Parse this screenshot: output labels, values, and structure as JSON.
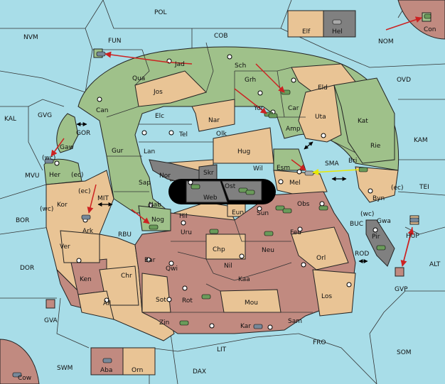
{
  "map": {
    "colors": {
      "sea": "#a8dde8",
      "green": "#9fc18a",
      "tan": "#e9c495",
      "red": "#c18a80",
      "gray": "#808080",
      "black": "#000000",
      "order_arrow": "#cc2222",
      "support_arrow": "#e8e800"
    },
    "sea_labels": {
      "pol": "POL",
      "nvm": "NVM",
      "fun": "FUN",
      "cob": "COB",
      "nom": "NOM",
      "ovd": "OVD",
      "kal": "KAL",
      "gvg": "GVG",
      "kam": "KAM",
      "gor": "GOR",
      "mvu": "MVU",
      "tei": "TEI",
      "sma": "SMA",
      "mit": "MIT",
      "bor": "BOR",
      "rbu": "RBU",
      "buc": "BUC",
      "alt": "ALT",
      "dor": "DOR",
      "rod": "ROD",
      "gvp": "GVP",
      "gva": "GVA",
      "fro": "FRO",
      "lit": "LIT",
      "som": "SOM",
      "swm": "SWM",
      "dax": "DAX"
    },
    "land_labels": {
      "elf": "Elf",
      "hel": "Hel",
      "con": "Con",
      "jad": "Jad",
      "sch": "Sch",
      "qua": "Qua",
      "grh": "Grh",
      "eld": "Eld",
      "jos": "Jos",
      "can": "Can",
      "car": "Car",
      "yor": "Yor",
      "uta": "Uta",
      "kat": "Kat",
      "elc": "Elc",
      "nar": "Nar",
      "amp": "Amp",
      "tel": "Tel",
      "olk": "Olk",
      "gaw": "Gaw",
      "gur": "Gur",
      "lan": "Lan",
      "hug": "Hug",
      "rie": "Rie",
      "bri": "Bri",
      "esm": "Esm",
      "wil": "Wil",
      "her": "Her",
      "nor": "Nor",
      "skr": "Skr",
      "mel": "Mel",
      "sap": "Sap",
      "ost": "Ost",
      "web": "Web",
      "byn": "Byn",
      "kor": "Kor",
      "nab": "Nab",
      "obs": "Obs",
      "eun": "Eun",
      "sun": "Sun",
      "hil": "Hil",
      "gwa": "Gwa",
      "ark": "Ark",
      "nog": "Nog",
      "uru": "Uru",
      "feu": "Feu",
      "hup": "HUP",
      "pir": "Pir",
      "ver": "Ver",
      "chp": "Chp",
      "neu": "Neu",
      "bar": "Bar",
      "qwi": "Qwi",
      "orl": "Orl",
      "nil": "Nil",
      "ken": "Ken",
      "chr": "Chr",
      "kaa": "Kaa",
      "ail": "Ail",
      "sot": "Sot",
      "rot": "Rot",
      "mou": "Mou",
      "los": "Los",
      "zin": "Zin",
      "kar": "Kar",
      "sam": "Sam",
      "aba": "Aba",
      "orn": "Orn",
      "cow": "Cow"
    },
    "coast_labels": {
      "wc_gaw": "(wc)",
      "ec_her": "(ec)",
      "ec_kor": "(ec)",
      "wc_kor": "(wc)",
      "ec_byn": "(ec)",
      "wc_gwa": "(wc)"
    }
  }
}
